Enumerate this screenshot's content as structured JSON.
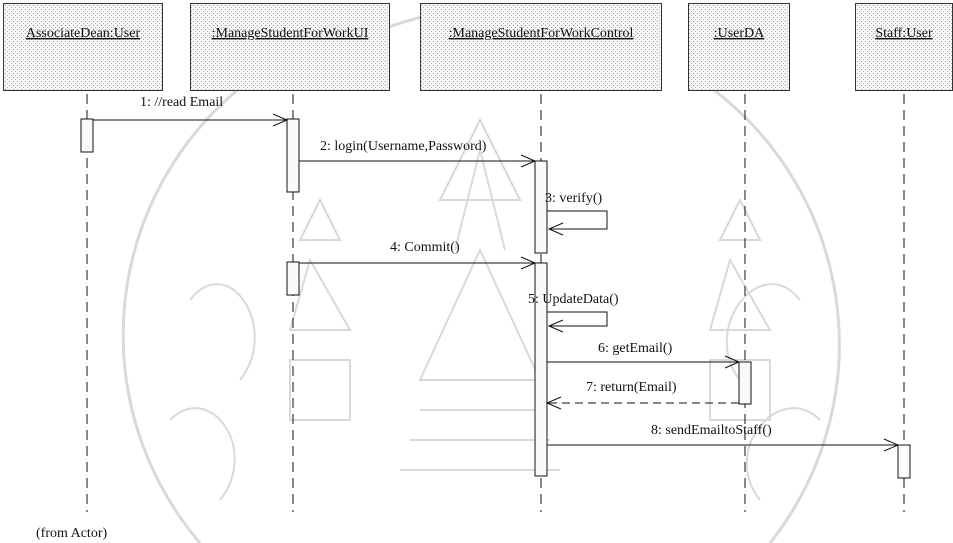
{
  "lifelines": [
    {
      "id": "dean",
      "label": "AssociateDean:User"
    },
    {
      "id": "ui",
      "label": ":ManageStudentForWorkUI"
    },
    {
      "id": "ctrl",
      "label": ":ManageStudentForWorkControl"
    },
    {
      "id": "da",
      "label": ":UserDA"
    },
    {
      "id": "staff",
      "label": "Staff:User"
    }
  ],
  "messages": [
    {
      "num": 1,
      "label": "1: //read Email",
      "from": "dean",
      "to": "ui",
      "kind": "call"
    },
    {
      "num": 2,
      "label": "2: login(Username,Password)",
      "from": "ui",
      "to": "ctrl",
      "kind": "call"
    },
    {
      "num": 3,
      "label": "3: verify()",
      "from": "ctrl",
      "to": "ctrl",
      "kind": "self"
    },
    {
      "num": 4,
      "label": "4: Commit()",
      "from": "ui",
      "to": "ctrl",
      "kind": "call"
    },
    {
      "num": 5,
      "label": "5: UpdateData()",
      "from": "ctrl",
      "to": "ctrl",
      "kind": "self"
    },
    {
      "num": 6,
      "label": "6: getEmail()",
      "from": "ctrl",
      "to": "da",
      "kind": "call"
    },
    {
      "num": 7,
      "label": "7: return(Email)",
      "from": "da",
      "to": "ctrl",
      "kind": "return"
    },
    {
      "num": 8,
      "label": "8: sendEmailtoStaff()",
      "from": "ctrl",
      "to": "staff",
      "kind": "call"
    }
  ],
  "footnote": "(from Actor)",
  "colors": {
    "line": "#111111",
    "box_fill": "#f4f4f4",
    "box_dots": "#9a9a9a",
    "watermark": "#d6d6d6"
  }
}
